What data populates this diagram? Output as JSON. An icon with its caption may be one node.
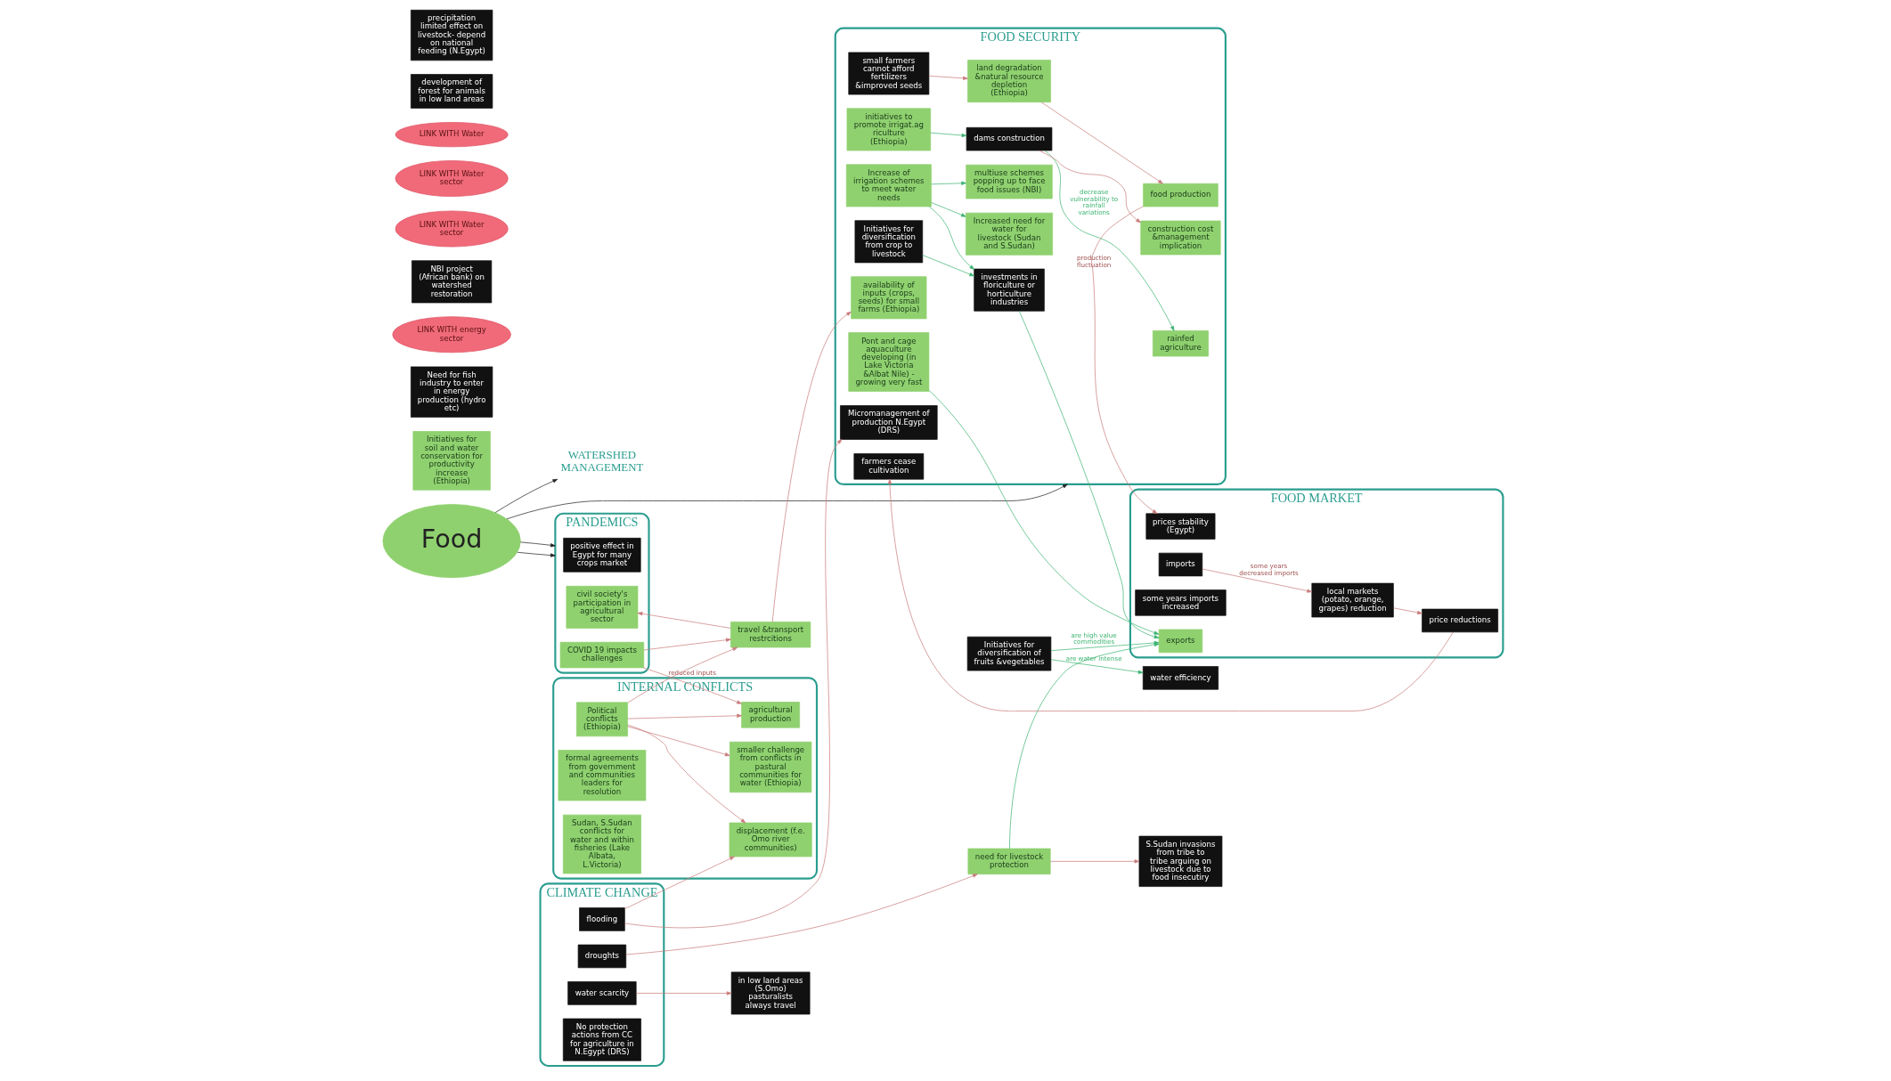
{
  "diagram": {
    "nodes": [
      {
        "text": [
          "Food"
        ]
      },
      {
        "text": [
          "WATERSHED MANAGEMENT"
        ]
      },
      {
        "text": [
          "Initiatives for soil and water conservation for productivity increase (Ethiopia)"
        ]
      },
      {
        "text": [
          "Need for fish industry to enter in energy production (hydro etc)"
        ]
      },
      {
        "text": [
          "LINK WITH energy sector"
        ]
      },
      {
        "text": [
          "NBI project (African bank) on watershed restoration"
        ]
      },
      {
        "text": [
          "LINK WITH Water sector"
        ]
      },
      {
        "text": [
          "FOOD SECURITY"
        ]
      },
      {
        "text": [
          "rainfed agriculture"
        ],
        "in": 7
      },
      {
        "text": [
          "LINK WITH Water sector"
        ]
      },
      {
        "text": [
          "construction cost &management implication"
        ],
        "in": 7
      },
      {
        "text": [
          "farmers cease cultivation"
        ],
        "in": 7
      },
      {
        "text": [
          "initiatives to promote irrigat.agriculture (Ethiopia)"
        ],
        "in": 7
      },
      {
        "text": [
          "dams construction"
        ],
        "in": 7
      },
      {
        "text": [
          "food production"
        ],
        "in": 7
      },
      {
        "text": [
          "small farmers cannot afford fertilizers &improved seeds"
        ],
        "in": 7
      },
      {
        "text": [
          "land degradation &natural resource depletion (Ethiopia)"
        ],
        "in": 7
      },
      {
        "text": [
          "Pont and cage aquaculture developing (in Lake Victoria &Albat Nile) - growing very fast"
        ],
        "in": 7
      },
      {
        "text": [
          "Micromanagement of production N.Egypt (DRS)"
        ],
        "in": 7
      },
      {
        "text": [
          "Initiatives for diversification from crop to livestock"
        ],
        "in": 7
      },
      {
        "text": [
          "investments in floriculture or horticulture industries"
        ],
        "in": 7
      },
      {
        "text": [
          "Initiatives for diversification of fruits &vegetables"
        ]
      },
      {
        "text": [
          "water efficiency"
        ]
      },
      {
        "text": [
          "LINK WITH Water"
        ]
      },
      {
        "text": [
          "availability of inputs (crops, seeds) for small farms (Ethiopia)"
        ],
        "in": 7
      },
      {
        "text": [
          "multiuse schemes popping up to face food issues (NBI)"
        ],
        "in": 7
      },
      {
        "text": [
          "Increased need for water for livestock (Sudan and S.Sudan)"
        ],
        "in": 7
      },
      {
        "text": [
          "Increase of irrigation schemes to meet water needs"
        ],
        "in": 7
      },
      {
        "text": [
          "need for livestock protection"
        ]
      },
      {
        "text": [
          "development of forest for animals in low land areas"
        ]
      },
      {
        "text": [
          "precipitation limited effect on livestock- depend on national feeding (N.Egypt)"
        ]
      },
      {
        "text": [
          "FOOD MARKET"
        ]
      },
      {
        "text": [
          "price reductions"
        ],
        "in": 31
      },
      {
        "text": [
          "local markets (potato, orange, grapes) reduction"
        ],
        "in": 31
      },
      {
        "text": [
          "prices stability (Egypt)"
        ],
        "in": 31
      },
      {
        "text": [
          "imports"
        ],
        "in": 31
      },
      {
        "text": [
          "some years imports increased"
        ],
        "in": 31
      },
      {
        "text": [
          "exports"
        ],
        "in": 31
      },
      {
        "text": [
          "PANDEMICS"
        ]
      },
      {
        "text": [
          "positive effect in Egypt for many crops market"
        ],
        "in": 38
      },
      {
        "text": [
          "civil society's participation in agricultural sector"
        ],
        "in": 38
      },
      {
        "text": [
          "COVID 19 impacts challenges"
        ],
        "in": 38
      },
      {
        "text": [
          "travel &transport restrcitions"
        ]
      },
      {
        "text": [
          "CLIMATE CHANGE"
        ]
      },
      {
        "text": [
          "droughts"
        ],
        "in": 43
      },
      {
        "text": [
          "flooding"
        ],
        "in": 43
      },
      {
        "text": [
          "water scarcity"
        ],
        "in": 43
      },
      {
        "text": [
          "No protection actions from CC for agriculture in N.Egypt (DRS)"
        ],
        "in": 43
      },
      {
        "text": [
          "INTERNAL CONFLICTS"
        ]
      },
      {
        "text": [
          "displacement (f.e. Omo river communities)"
        ],
        "in": 48
      },
      {
        "text": [
          "in low land areas (S.Omo) pasturalists always travel"
        ]
      },
      {
        "text": [
          "Political conflicts (Ethiopia)"
        ],
        "in": 48
      },
      {
        "text": [
          "agricultural production"
        ],
        "in": 48
      },
      {
        "text": [
          "smaller challenge from conflicts in pastural communities for water (Ethiopia)"
        ],
        "in": 48
      },
      {
        "text": [
          "formal agreements from government and communities leaders for resolution"
        ],
        "in": 48
      },
      {
        "text": [
          "Sudan, S.Sudan conflicts for water and within fisheries (Lake Albata, L.Victoria)"
        ],
        "in": 48
      },
      {
        "text": [
          "S.Sudan invasions from tribe to tribe arguing on livestock due to food insecutiry"
        ]
      }
    ],
    "edges": [
      {
        "from": 0,
        "to": 1,
        "arrow": "to",
        "color": "#222222"
      },
      {
        "from": 0,
        "to": 7,
        "arrow": "to",
        "color": "#222222"
      },
      {
        "from": 0,
        "to": 38,
        "arrow": "to",
        "color": "#222222"
      },
      {
        "from": 0,
        "to": 38,
        "arrow": "to",
        "color": "#222222"
      },
      {
        "from": 13,
        "to": 8,
        "arrow": "to",
        "label": "decrease vulnerability to rainfall variations",
        "color": "#3cb371"
      },
      {
        "from": 13,
        "to": 10,
        "arrow": "to"
      },
      {
        "from": 12,
        "to": 13,
        "arrow": "to",
        "color": "#3cb371"
      },
      {
        "from": 15,
        "to": 16,
        "arrow": "to"
      },
      {
        "from": 16,
        "to": 14,
        "arrow": "to"
      },
      {
        "from": 14,
        "to": 34,
        "arrow": "to",
        "label": "production fluctuation"
      },
      {
        "from": 32,
        "to": 11,
        "arrow": "to"
      },
      {
        "from": 33,
        "to": 32,
        "arrow": "to"
      },
      {
        "from": 35,
        "to": 33,
        "arrow": "to",
        "label": "some years decreased imports"
      },
      {
        "from": 17,
        "to": 37,
        "arrow": "to",
        "color": "#3cb371"
      },
      {
        "from": 20,
        "to": 37,
        "arrow": "to",
        "color": "#3cb371"
      },
      {
        "from": 21,
        "to": 37,
        "arrow": "to",
        "label": "are high value commodities",
        "color": "#3cb371"
      },
      {
        "from": 21,
        "to": 22,
        "arrow": "to",
        "label": "are water intense",
        "color": "#3cb371"
      },
      {
        "from": 19,
        "to": 20,
        "arrow": "to",
        "color": "#3cb371"
      },
      {
        "from": 27,
        "to": 25,
        "arrow": "to",
        "color": "#3cb371"
      },
      {
        "from": 27,
        "to": 20,
        "arrow": "to",
        "color": "#3cb371"
      },
      {
        "from": 27,
        "to": 26,
        "arrow": "to",
        "color": "#3cb371"
      },
      {
        "from": 28,
        "to": 37,
        "arrow": "to",
        "color": "#3cb371"
      },
      {
        "from": 44,
        "to": 28,
        "arrow": "to"
      },
      {
        "from": 45,
        "to": 18,
        "arrow": "to"
      },
      {
        "from": 42,
        "to": 24,
        "arrow": "to"
      },
      {
        "from": 42,
        "to": 40,
        "arrow": "to"
      },
      {
        "from": 41,
        "to": 42,
        "arrow": "to"
      },
      {
        "from": 41,
        "to": 52,
        "arrow": "to",
        "label": "reduced inputs"
      },
      {
        "from": 51,
        "to": 42,
        "arrow": "to"
      },
      {
        "from": 51,
        "to": 49,
        "arrow": "to"
      },
      {
        "from": 51,
        "to": 52,
        "arrow": "to"
      },
      {
        "from": 51,
        "to": 53,
        "arrow": "to"
      },
      {
        "from": 45,
        "to": 49,
        "arrow": "to"
      },
      {
        "from": 46,
        "to": 50,
        "arrow": "to"
      },
      {
        "from": 28,
        "to": 56,
        "arrow": "to"
      }
    ]
  }
}
